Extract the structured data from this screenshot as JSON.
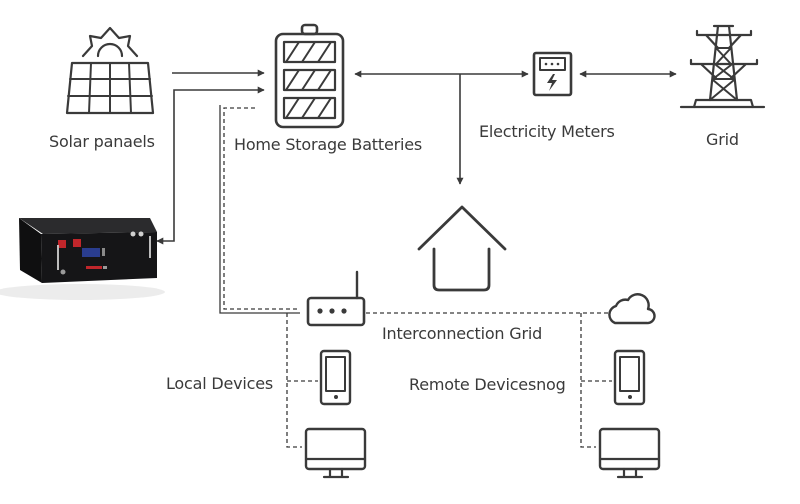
{
  "diagram": {
    "title": "Home energy storage system with interconnection grid",
    "labels": {
      "solar_panels": "Solar panaels",
      "home_storage_batteries": "Home Storage Batteries",
      "electricity_meters": "Electricity Meters",
      "grid": "Grid",
      "interconnection_grid": "Interconnection Grid",
      "local_devices": "Local Devices",
      "remote_devices": "Remote Devicesnog"
    },
    "nodes": [
      {
        "id": "solar-panels",
        "icon": "solar-panel-icon",
        "label": "Solar panaels"
      },
      {
        "id": "home-storage-batteries",
        "icon": "battery-icon",
        "label": "Home Storage Batteries"
      },
      {
        "id": "electricity-meters",
        "icon": "electric-meter-icon",
        "label": "Electricity Meters"
      },
      {
        "id": "grid",
        "icon": "power-tower-icon",
        "label": "Grid"
      },
      {
        "id": "house",
        "icon": "house-icon",
        "label": ""
      },
      {
        "id": "rack-battery",
        "icon": "rack-battery-unit-image",
        "label": ""
      },
      {
        "id": "router",
        "icon": "router-icon",
        "label": ""
      },
      {
        "id": "cloud",
        "icon": "cloud-icon",
        "label": ""
      },
      {
        "id": "local-phone",
        "icon": "smartphone-icon",
        "label": ""
      },
      {
        "id": "local-monitor",
        "icon": "monitor-icon",
        "label": ""
      },
      {
        "id": "remote-phone",
        "icon": "smartphone-icon",
        "label": ""
      },
      {
        "id": "remote-monitor",
        "icon": "monitor-icon",
        "label": ""
      }
    ],
    "edges": [
      {
        "from": "solar-panels",
        "to": "home-storage-batteries",
        "style": "solid",
        "direction": "forward"
      },
      {
        "from": "rack-battery",
        "to": "home-storage-batteries",
        "style": "solid",
        "direction": "both"
      },
      {
        "from": "home-storage-batteries",
        "to": "electricity-meters",
        "style": "solid",
        "direction": "both"
      },
      {
        "from": "electricity-meters",
        "to": "grid",
        "style": "solid",
        "direction": "both"
      },
      {
        "from": "home-storage-batteries",
        "to": "house",
        "style": "solid",
        "direction": "forward"
      },
      {
        "from": "home-storage-batteries",
        "to": "router",
        "style": "dashed",
        "direction": "none"
      },
      {
        "from": "router",
        "to": "cloud",
        "style": "dashed",
        "direction": "none"
      },
      {
        "from": "router",
        "to": "local-phone",
        "style": "dashed",
        "direction": "none"
      },
      {
        "from": "router",
        "to": "local-monitor",
        "style": "dashed",
        "direction": "none"
      },
      {
        "from": "cloud",
        "to": "remote-phone",
        "style": "dashed",
        "direction": "none"
      },
      {
        "from": "cloud",
        "to": "remote-monitor",
        "style": "dashed",
        "direction": "none"
      }
    ],
    "colors": {
      "line": "#3a3a3a",
      "background": "#ffffff",
      "rack_body": "#1c1c1e",
      "rack_terminal": "#c0262b",
      "rack_display": "#2a3d8f"
    }
  }
}
